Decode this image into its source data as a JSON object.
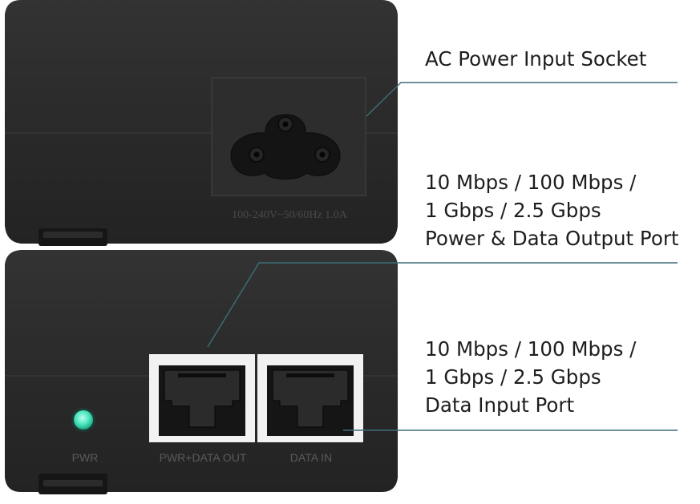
{
  "device": {
    "ac_socket_rating": "100-240V~50/60Hz 1.0A",
    "port_labels": {
      "pwr": "PWR",
      "power_data_out": "PWR+DATA OUT",
      "data_in": "DATA IN"
    },
    "colors": {
      "body": "#2b2b2b",
      "led": "#4fe7bf",
      "leader_line": "#3d6f78",
      "port_bezel": "#f2f2f2",
      "text": "#1d1d1d"
    }
  },
  "callouts": {
    "ac_socket": {
      "lines": [
        "AC Power Input Socket"
      ]
    },
    "output_port": {
      "lines": [
        "10 Mbps / 100 Mbps /",
        "1 Gbps / 2.5 Gbps",
        "Power & Data Output Port"
      ]
    },
    "input_port": {
      "lines": [
        "10 Mbps / 100 Mbps /",
        "1 Gbps / 2.5 Gbps",
        "Data Input Port"
      ]
    }
  }
}
